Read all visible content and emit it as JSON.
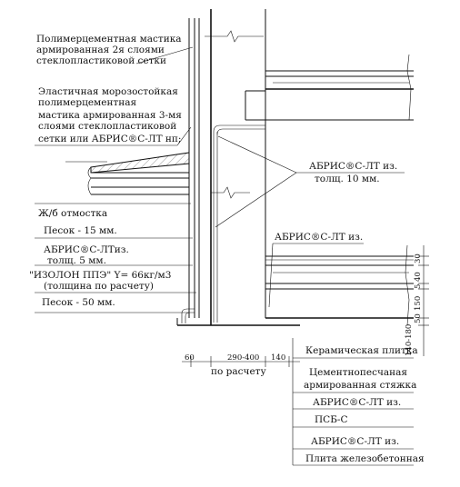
{
  "labels_left": {
    "mastic_1": [
      "Полимерцементная мастика",
      "армированная 2я слоями",
      "стеклопластиковой сетки"
    ],
    "mastic_2": [
      "Эластичная морозостойкая",
      "полимерцементная",
      "мастика армированная 3-мя",
      "слоями стеклопластиковой",
      "сетки  или  АБРИС®С-ЛТ нп;"
    ],
    "otmostka": "Ж/б  отмостка",
    "sand_15": "Песок - 15 мм.",
    "abris_5": [
      "АБРИС®С-ЛТиз.",
      "толщ. 5 мм."
    ],
    "izolon": [
      "\"ИЗОЛОН ППЭ\"   Y= 66кг/м3",
      "(толщина по расчету)"
    ],
    "sand_50": "Песок - 50 мм."
  },
  "labels_right": {
    "abris_10": [
      "АБРИС®С-ЛТ из.",
      "толщ. 10 мм."
    ],
    "abris_mid": "АБРИС®С-ЛТ из.",
    "floor": [
      "Керамическая плитка",
      "Цементнопесчаная",
      "армированная стяжка",
      "АБРИС®С-ЛТ из.",
      "ПСБ-С",
      "АБРИС®С-ЛТ из.",
      "Плита железобетонная"
    ]
  },
  "dimensions": {
    "bottom": [
      "60",
      "290-400",
      "140"
    ],
    "bottom_note": "по расчету",
    "right": [
      "30",
      "40",
      "5",
      "150",
      "50",
      "140-180"
    ]
  }
}
